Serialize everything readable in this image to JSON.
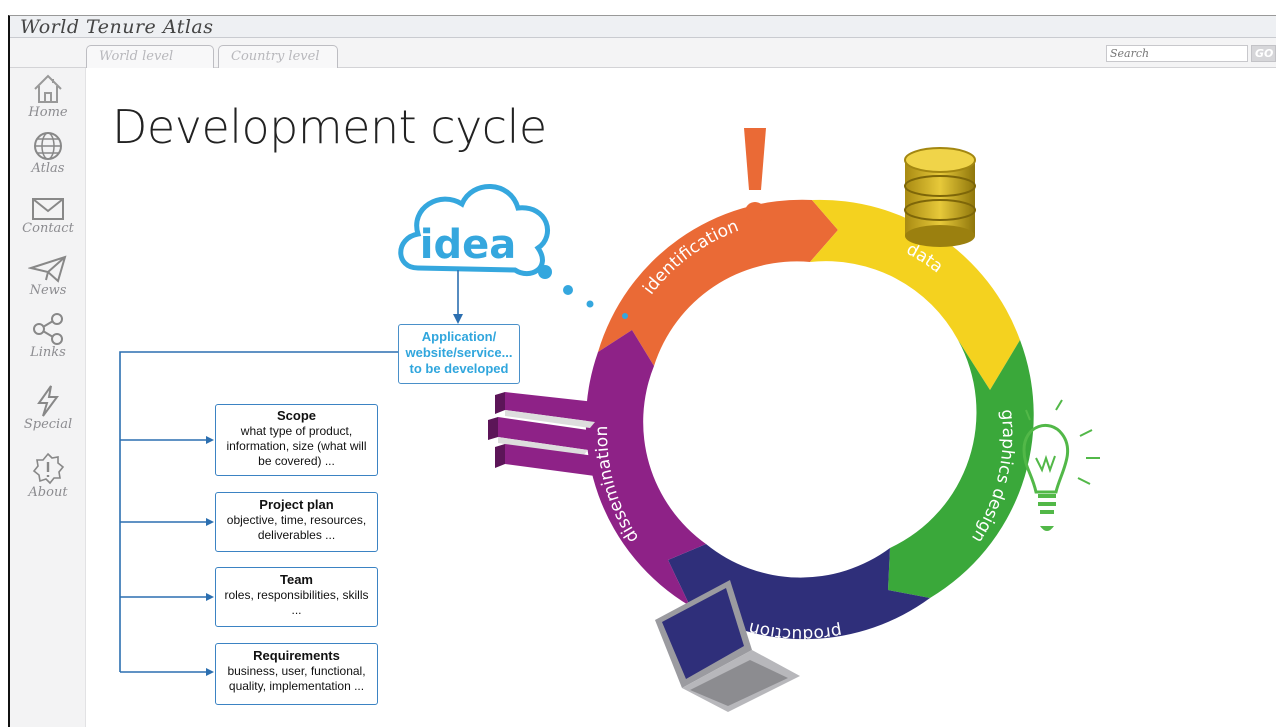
{
  "app": {
    "title": "World Tenure Atlas"
  },
  "tabs": [
    {
      "label": "World level"
    },
    {
      "label": "Country level"
    }
  ],
  "search": {
    "placeholder": "Search",
    "button": "GO"
  },
  "sidebar": {
    "items": [
      {
        "label": "Home",
        "icon": "home-icon"
      },
      {
        "label": "Atlas",
        "icon": "globe-icon"
      },
      {
        "label": "Contact",
        "icon": "envelope-icon"
      },
      {
        "label": "News",
        "icon": "paper-plane-icon"
      },
      {
        "label": "Links",
        "icon": "share-icon"
      },
      {
        "label": "Special",
        "icon": "lightning-icon"
      },
      {
        "label": "About",
        "icon": "info-badge-icon"
      }
    ]
  },
  "page": {
    "title": "Development cycle"
  },
  "diagram": {
    "idea_label": "idea",
    "application_box": [
      "Application/",
      "website/service...",
      "to be developed"
    ],
    "boxes": [
      {
        "title": "Scope",
        "lines": [
          "what type of product,",
          "information, size (what will",
          "be covered) ..."
        ]
      },
      {
        "title": "Project plan",
        "lines": [
          "objective,  time, resources,",
          "deliverables ..."
        ]
      },
      {
        "title": "Team",
        "lines": [
          "roles, responsibilities, skills",
          "..."
        ]
      },
      {
        "title": "Requirements",
        "lines": [
          "business, user, functional,",
          "quality, implementation ..."
        ]
      }
    ],
    "cycle_segments": [
      {
        "label": "identification",
        "color": "#ea6a36"
      },
      {
        "label": "data",
        "color": "#f4d21f"
      },
      {
        "label": "graphics design",
        "color": "#3aa83a"
      },
      {
        "label": "production",
        "color": "#2f2f7a"
      },
      {
        "label": "dissemination",
        "color": "#8e2287"
      }
    ],
    "connector_color": "#2c6fb0",
    "cloud_color": "#35a7de"
  }
}
